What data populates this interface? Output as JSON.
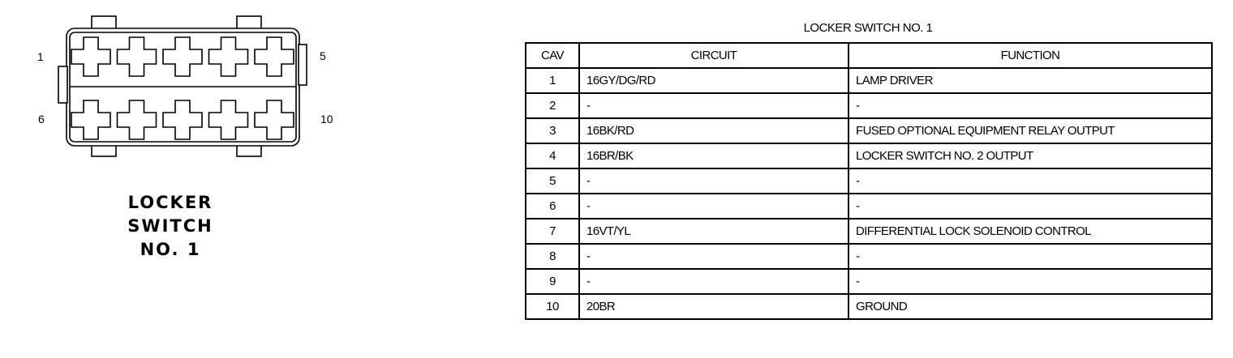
{
  "connector": {
    "pin_labels": {
      "top_left": "1",
      "top_right": "5",
      "bottom_left": "6",
      "bottom_right": "10"
    },
    "name_lines": [
      "LOCKER",
      "SWITCH",
      "NO. 1"
    ],
    "cavity_rows": 2,
    "cavities_per_row": 5
  },
  "table": {
    "title": "LOCKER SWITCH NO. 1",
    "headers": {
      "cav": "CAV",
      "circuit": "CIRCUIT",
      "function": "FUNCTION"
    },
    "rows": [
      {
        "cav": "1",
        "circuit": "16GY/DG/RD",
        "function": "LAMP DRIVER"
      },
      {
        "cav": "2",
        "circuit": "-",
        "function": "-"
      },
      {
        "cav": "3",
        "circuit": "16BK/RD",
        "function": "FUSED OPTIONAL EQUIPMENT RELAY OUTPUT"
      },
      {
        "cav": "4",
        "circuit": "16BR/BK",
        "function": "LOCKER SWITCH NO. 2 OUTPUT"
      },
      {
        "cav": "5",
        "circuit": "-",
        "function": "-"
      },
      {
        "cav": "6",
        "circuit": "-",
        "function": "-"
      },
      {
        "cav": "7",
        "circuit": "16VT/YL",
        "function": "DIFFERENTIAL LOCK SOLENOID CONTROL"
      },
      {
        "cav": "8",
        "circuit": "-",
        "function": "-"
      },
      {
        "cav": "9",
        "circuit": "-",
        "function": "-"
      },
      {
        "cav": "10",
        "circuit": "20BR",
        "function": "GROUND"
      }
    ]
  }
}
